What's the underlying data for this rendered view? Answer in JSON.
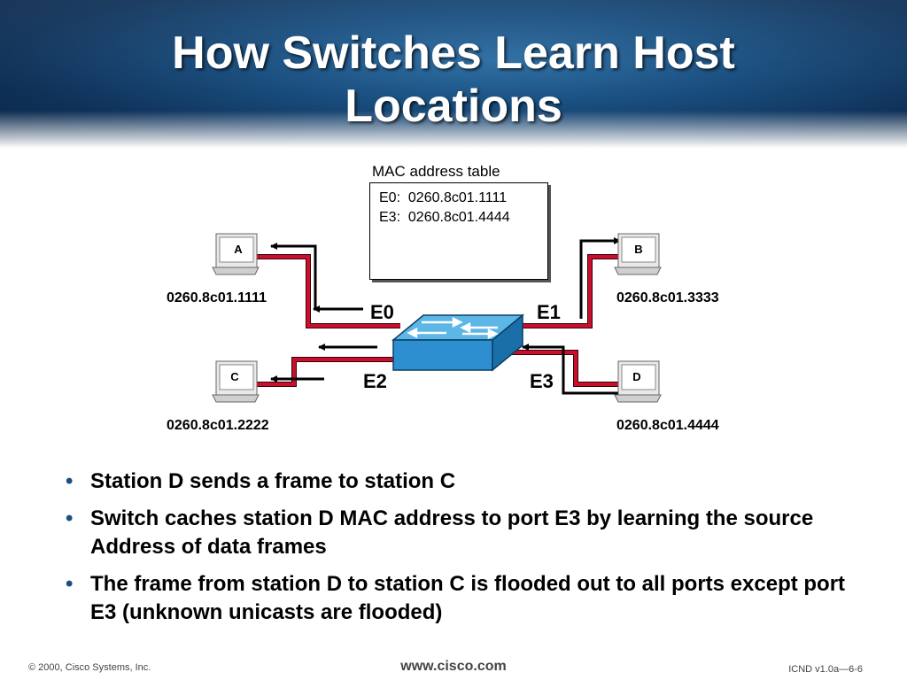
{
  "slide": {
    "title_line1": "How Switches Learn Host",
    "title_line2": "Locations"
  },
  "mac_table": {
    "label": "MAC address table",
    "entries": [
      "E0:  0260.8c01.1111",
      "E3:  0260.8c01.4444"
    ]
  },
  "hosts": {
    "a": {
      "name": "A",
      "address": "0260.8c01.1111"
    },
    "b": {
      "name": "B",
      "address": "0260.8c01.3333"
    },
    "c": {
      "name": "C",
      "address": "0260.8c01.2222"
    },
    "d": {
      "name": "D",
      "address": "0260.8c01.4444"
    }
  },
  "ports": {
    "e0": "E0",
    "e1": "E1",
    "e2": "E2",
    "e3": "E3"
  },
  "bullets": [
    "Station D sends a frame to station C",
    "Switch caches station D MAC address to port E3 by learning the source Address of data frames",
    "The frame from station D to station C is flooded out to all ports except port E3 (unknown unicasts are flooded)"
  ],
  "footer": {
    "copyright": "© 2000, Cisco Systems, Inc.",
    "website": "www.cisco.com",
    "course": "ICND v1.0a—6-6"
  },
  "colors": {
    "cable": "#c8102e",
    "switch_top": "#4aa8dc",
    "switch_side": "#1f7fbf",
    "bullet": "#1a4f80"
  }
}
